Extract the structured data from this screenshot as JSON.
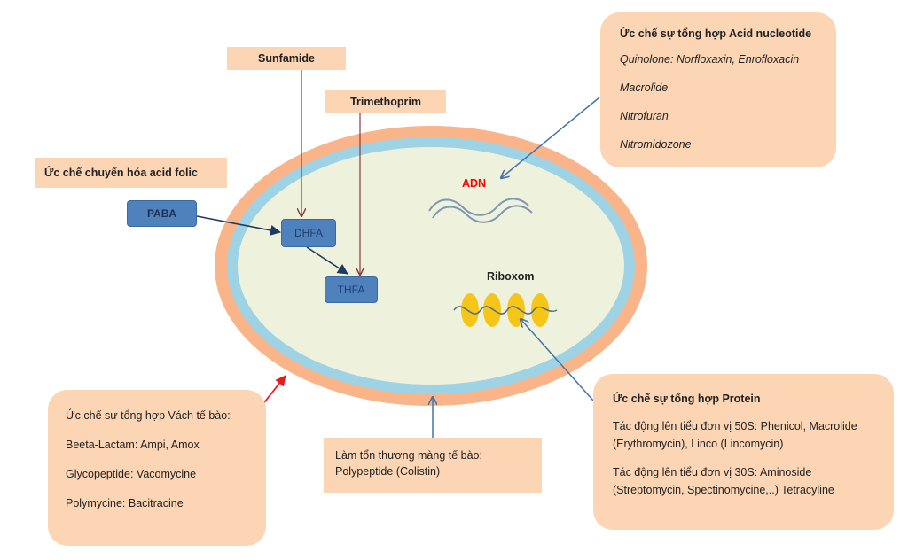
{
  "inhibit_folic": "Ức chế  chuyển hóa acid folic",
  "sunfamide": "Sunfamide",
  "trimethoprim": "Trimethoprim",
  "paba": "PABA",
  "dhfa": "DHFA",
  "thfa": "THFA",
  "adn": "ADN",
  "ribosome": "Riboxom",
  "nucleotide_box": {
    "title": "Ức chế sự tổng hợp Acid nucleotide",
    "items": [
      "Quinolone: Norfloxaxin,  Enrofloxacin",
      "Macrolide",
      "Nitrofuran",
      "Nitromidozone"
    ]
  },
  "protein_box": {
    "title": "Ức chế sự tổng hợp Protein",
    "lines": [
      "Tác động lên tiểu đơn vị 50S: Phenicol, Macrolide",
      "(Erythromycin), Linco (Lincomycin)",
      "Tác động lên tiểu đơn vị 30S: Aminoside",
      "(Streptomycin, Spectinomycine,..) Tetracyline"
    ]
  },
  "cellwall_box": {
    "title": "Ức chế sự tổng hợp Vách tế bào:",
    "items": [
      "Beeta-Lactam: Ampi, Amox",
      "Glycopeptide: Vacomycine",
      "Polymycine: Bacitracine"
    ]
  },
  "membrane_box": {
    "lines": [
      "Làm tổn thương màng tế bào:",
      "Polypeptide (Colistin)"
    ]
  },
  "colors": {
    "outer_wall": "#f9b48a",
    "membrane": "#9dd3e4",
    "cytoplasm": "#eef1dc",
    "box_fill": "#fcd5b5",
    "enzyme_blue": "#4f81bd",
    "adn_label": "#ff0000",
    "ribosome": "#f5c518",
    "arrow_red": "#e8191c",
    "arrow_blue": "#4472a8",
    "arrow_brown": "#8b3a3a"
  }
}
